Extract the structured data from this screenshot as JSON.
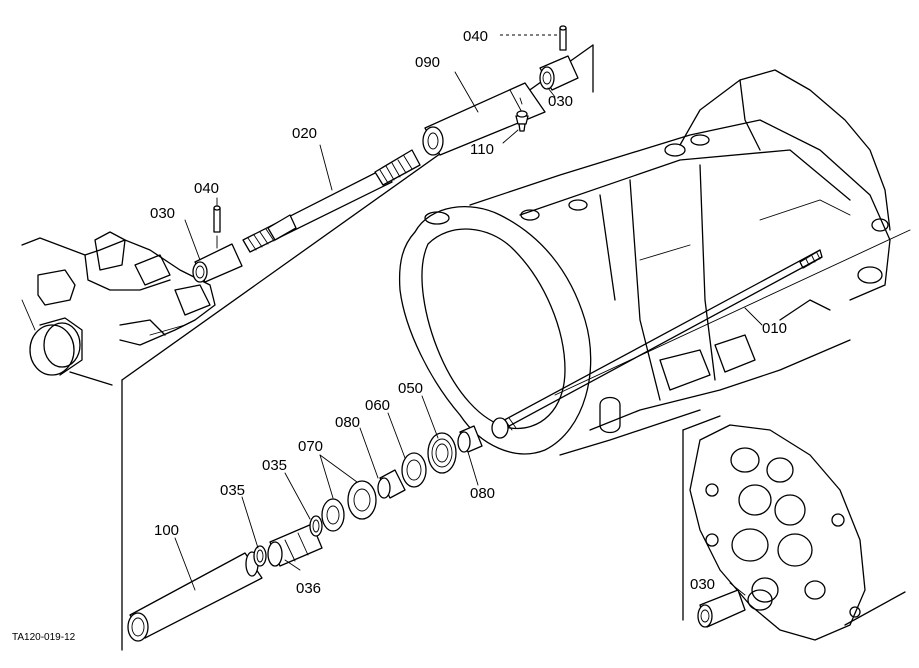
{
  "figure_code": "TA120-019-12",
  "labels": {
    "p010": "010",
    "p020": "020",
    "p030_top": "030",
    "p030_left": "030",
    "p030_bottom": "030",
    "p035_a": "035",
    "p035_b": "035",
    "p036": "036",
    "p040_top": "040",
    "p040_left": "040",
    "p050": "050",
    "p060": "060",
    "p070": "070",
    "p080_a": "080",
    "p080_b": "080",
    "p090": "090",
    "p100": "100",
    "p110": "110"
  }
}
